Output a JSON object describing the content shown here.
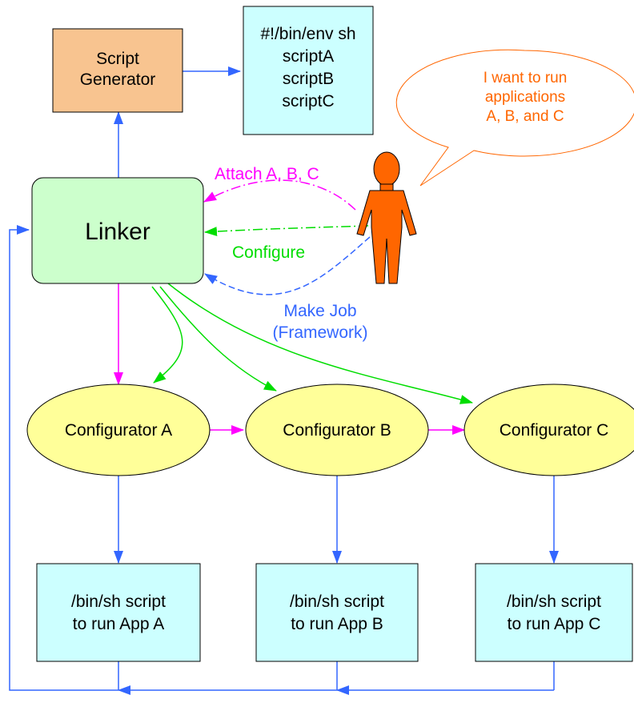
{
  "colors": {
    "blue": "#3366ff",
    "magenta": "#ff00ff",
    "green": "#00dd00",
    "orange": "#ff6600",
    "generator_fill": "#f8c490",
    "linker_fill": "#ccffcc",
    "script_fill": "#ccffff",
    "configurator_fill": "#ffff99"
  },
  "nodes": {
    "script_generator": {
      "lines": [
        "Script",
        "Generator"
      ]
    },
    "script_box": {
      "lines": [
        "#!/bin/env sh",
        "scriptA",
        "scriptB",
        "scriptC"
      ]
    },
    "linker": {
      "label": "Linker"
    },
    "configurators": [
      {
        "label": "Configurator A"
      },
      {
        "label": "Configurator B"
      },
      {
        "label": "Configurator C"
      }
    ],
    "app_scripts": [
      {
        "lines": [
          "/bin/sh script",
          "to run App A"
        ]
      },
      {
        "lines": [
          "/bin/sh script",
          "to run App B"
        ]
      },
      {
        "lines": [
          "/bin/sh script",
          "to run App C"
        ]
      }
    ]
  },
  "user": {
    "speech_lines": [
      "I want to run",
      "applications",
      "A, B, and C"
    ]
  },
  "edge_labels": {
    "attach": "Attach A, B, C",
    "configure": "Configure",
    "make_job": [
      "Make Job",
      "(Framework)"
    ]
  }
}
